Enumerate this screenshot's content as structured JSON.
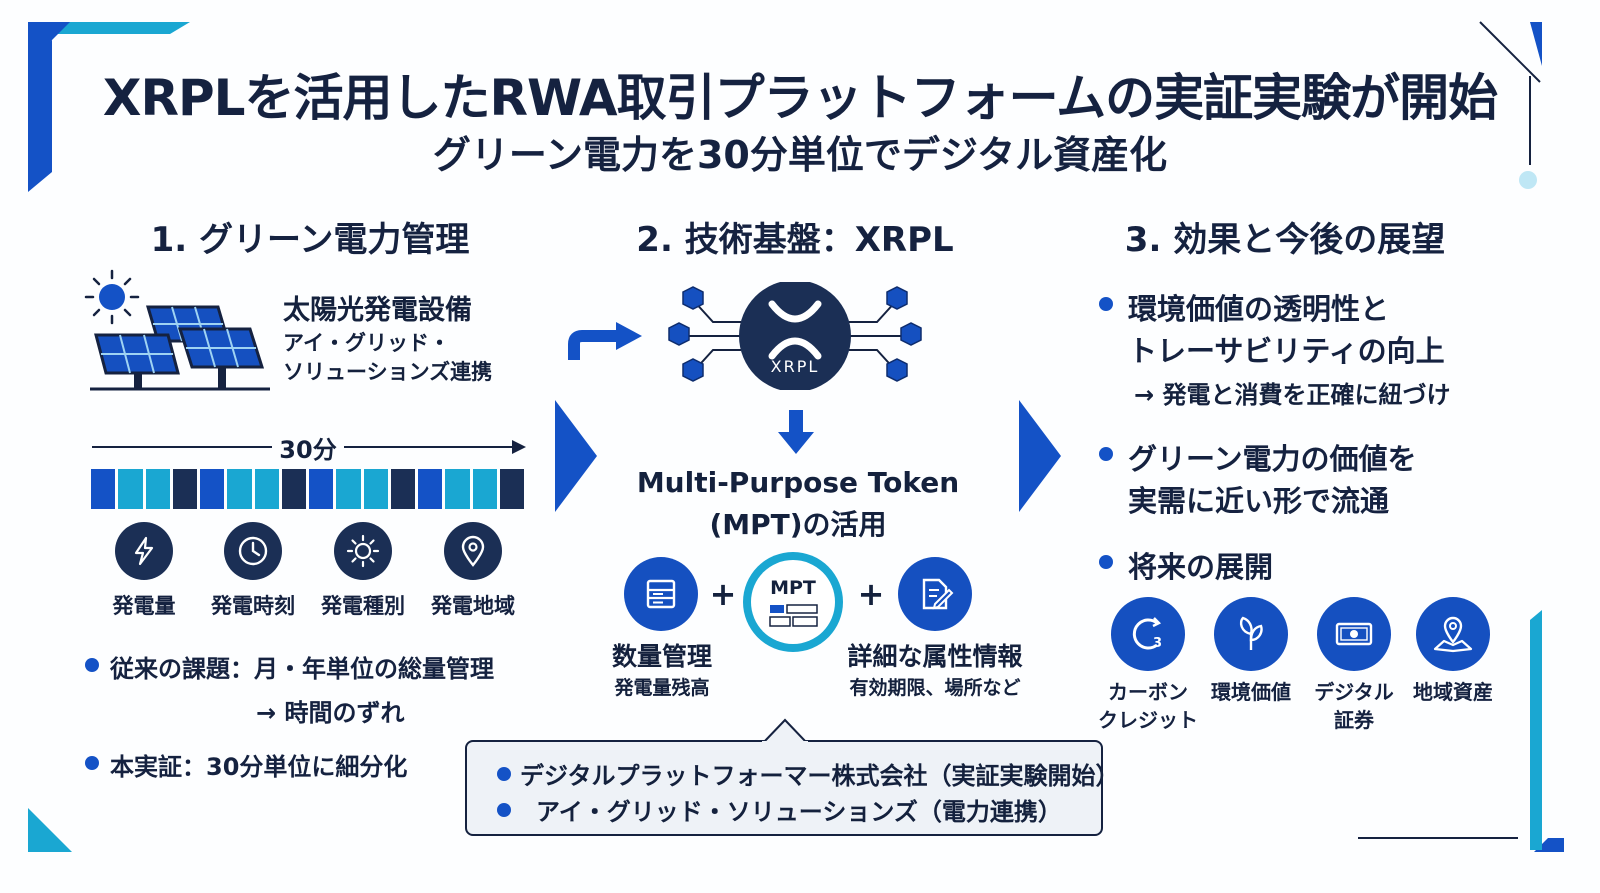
{
  "header": {
    "title": "XRPLを活用したRWA取引プラットフォームの実証実験が開始",
    "subtitle": "グリーン電力を30分単位でデジタル資産化"
  },
  "section1": {
    "heading": "1. グリーン電力管理",
    "solar": {
      "title": "太陽光発電設備",
      "line1": "アイ・グリッド・",
      "line2": "ソリューションズ連携"
    },
    "timeline_label": "30分",
    "icons": [
      {
        "icon": "lightning-icon",
        "label": "発電量"
      },
      {
        "icon": "clock-icon",
        "label": "発電時刻"
      },
      {
        "icon": "sun-icon",
        "label": "発電種別"
      },
      {
        "icon": "location-pin-icon",
        "label": "発電地域"
      }
    ],
    "bullets": {
      "issue": "従来の課題：月・年単位の総量管理",
      "issue_result": "→ 時間のずれ",
      "demo": "本実証：30分単位に細分化"
    }
  },
  "section2": {
    "heading": "2. 技術基盤：XRPL",
    "xrpl_logo_text": "XRPL",
    "token_line1": "Multi-Purpose Token",
    "token_line2": "(MPT)の活用",
    "mpt_badge": "MPT",
    "left_feature": {
      "icon": "database-icon",
      "label": "数量管理",
      "sub": "発電量残高"
    },
    "right_feature": {
      "icon": "document-edit-icon",
      "label": "詳細な属性情報",
      "sub": "有効期限、場所など"
    },
    "plus": "+",
    "partners": [
      "デジタルプラットフォーマー株式会社（実証実験開始）",
      "アイ・グリッド・ソリューションズ（電力連携）"
    ]
  },
  "section3": {
    "heading": "3. 効果と今後の展望",
    "b1_line1": "環境価値の透明性と",
    "b1_line2": "トレーサビリティの向上",
    "b1_sub": "→ 発電と消費を正確に紐づけ",
    "b2_line1": "グリーン電力の価値を",
    "b2_line2": "実需に近い形で流通",
    "b3": "将来の展開",
    "future": [
      {
        "icon": "carbon-credit-icon",
        "line1": "カーボン",
        "line2": "クレジット"
      },
      {
        "icon": "leaf-icon",
        "line1": "環境価値",
        "line2": ""
      },
      {
        "icon": "banknote-icon",
        "line1": "デジタル",
        "line2": "証券"
      },
      {
        "icon": "map-pin-icon",
        "line1": "地域資産",
        "line2": ""
      }
    ]
  },
  "colors": {
    "navy": "#152240",
    "accent_blue": "#1452c6",
    "cyan": "#1aa7d2",
    "dark": "#1b2f55"
  }
}
